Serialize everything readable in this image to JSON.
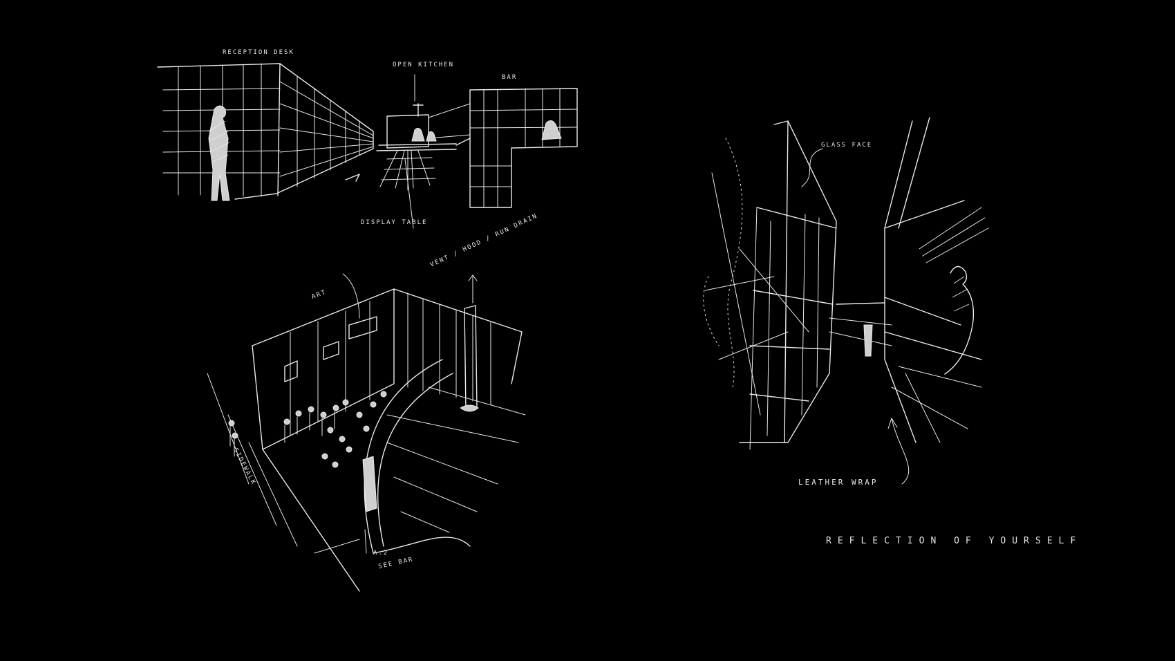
{
  "background": "#000000",
  "ink_color": "#eaeaea",
  "sketches": [
    {
      "id": "corridor-perspective",
      "annotations": {
        "reception_desk": "RECEPTION DESK",
        "open_kitchen": "OPEN KITCHEN",
        "bar": "BAR",
        "display_table": "DISPLAY TABLE"
      }
    },
    {
      "id": "isometric-space",
      "annotations": {
        "art": "ART",
        "vent_note": "VENT / HOOD / RUN DRAIN",
        "sidewalk": "SIDEWALK",
        "see_bar": "SEE BAR",
        "entry_mark": "A.2"
      }
    },
    {
      "id": "glass-corridor",
      "annotations": {
        "glass_face": "GLASS FACE",
        "leather_wrap": "LEATHER WRAP",
        "reflection": "REFLECTION OF YOURSELF"
      }
    }
  ]
}
